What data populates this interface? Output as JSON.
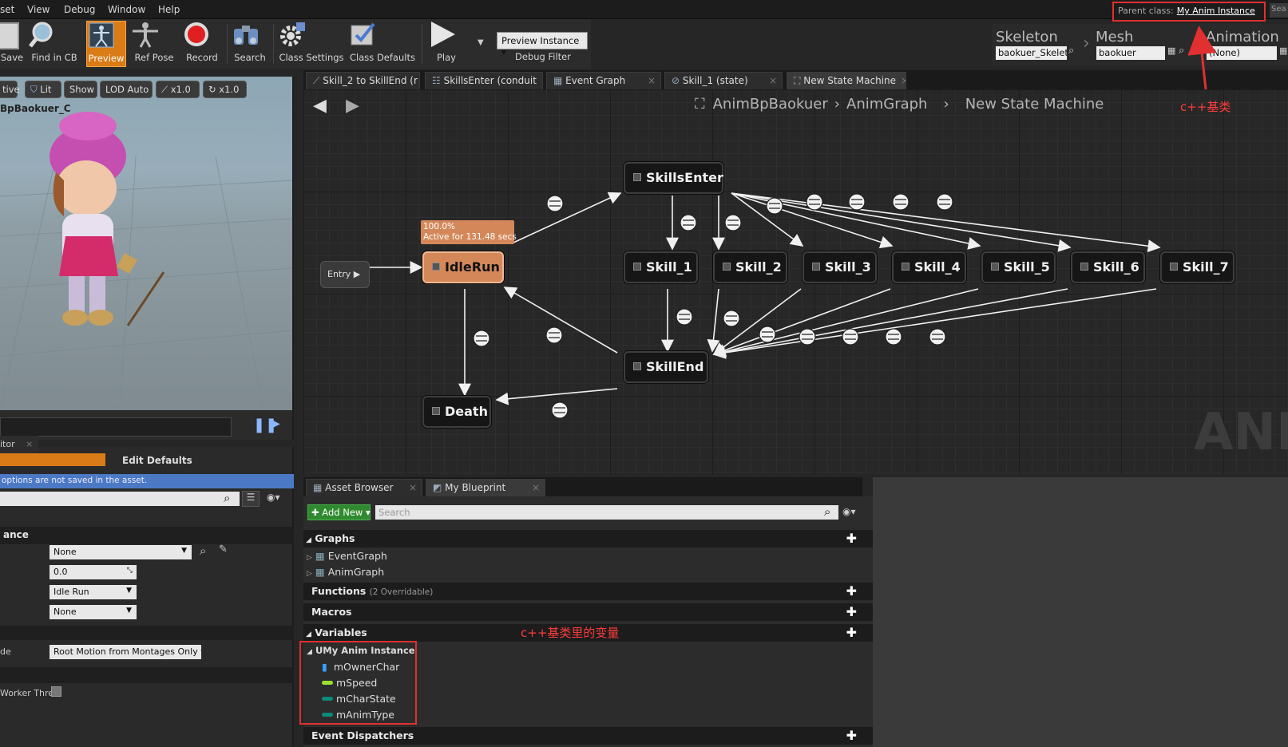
{
  "menu": {
    "items": [
      "set",
      "View",
      "Debug",
      "Window",
      "Help"
    ]
  },
  "parent_class": {
    "label": "Parent class:",
    "value": "My Anim Instance"
  },
  "top_search": {
    "placeholder": "Sea"
  },
  "toolbar": {
    "save": "Save",
    "find_in_cb": "Find in CB",
    "preview": "Preview",
    "ref_pose": "Ref Pose",
    "record": "Record",
    "search": "Search",
    "class_settings": "Class Settings",
    "class_defaults": "Class Defaults",
    "play": "Play",
    "preview_instance": "Preview Instance",
    "debug_filter": "Debug Filter"
  },
  "modes": {
    "skeleton": {
      "label": "Skeleton",
      "value": "baokuer_Skelet"
    },
    "mesh": {
      "label": "Mesh",
      "value": "baokuer"
    },
    "animation": {
      "label": "Animation",
      "value": "(None)"
    }
  },
  "viewport": {
    "buttons": [
      "tive",
      "Lit",
      "Show",
      "LOD Auto",
      "x1.0",
      "x1.0"
    ],
    "title": "BpBaokuer_C"
  },
  "details": {
    "tab": "itor",
    "edit_defaults": "Edit Defaults",
    "notice": "options are not saved in the asset.",
    "section_instance": "ance",
    "combo_none_1": "None",
    "value_0": "0.0",
    "combo_idle": "Idle Run",
    "combo_none_2": "None",
    "root_motion_label": "de",
    "root_motion_value": "Root Motion from Montages Only",
    "worker_label": "Worker Thre"
  },
  "graph_tabs": [
    "Skill_2 to SkillEnd (r",
    "SkillsEnter (conduit",
    "Event Graph",
    "Skill_1 (state)",
    "New State Machine"
  ],
  "breadcrumb": {
    "root": "AnimBpBaokuer",
    "mid": "AnimGraph",
    "leaf": "New State Machine"
  },
  "annotations": {
    "parent_note": "c++基类",
    "var_note": "c++基类里的变量"
  },
  "graph": {
    "entry": "Entry",
    "idle_status": {
      "percent": "100.0%",
      "active": "Active for 131.48 secs"
    },
    "nodes": {
      "idlerun": "IdleRun",
      "skillsenter": "SkillsEnter",
      "skill1": "Skill_1",
      "skill2": "Skill_2",
      "skill3": "Skill_3",
      "skill4": "Skill_4",
      "skill5": "Skill_5",
      "skill6": "Skill_6",
      "skill7": "Skill_7",
      "skillend": "SkillEnd",
      "death": "Death"
    },
    "watermark": "ANIM"
  },
  "bottom_tabs": {
    "asset_browser": "Asset Browser",
    "my_blueprint": "My Blueprint"
  },
  "my_blueprint": {
    "add_new": "Add New",
    "search_placeholder": "Search",
    "graphs": "Graphs",
    "event_graph": "EventGraph",
    "anim_graph": "AnimGraph",
    "functions": "Functions",
    "functions_count": "(2 Overridable)",
    "macros": "Macros",
    "variables": "Variables",
    "var_category": "UMy Anim Instance",
    "vars": [
      "mOwnerChar",
      "mSpeed",
      "mCharState",
      "mAnimType"
    ],
    "event_dispatchers": "Event Dispatchers"
  },
  "colors": {
    "accent_orange": "#d97b17",
    "annotation_red": "#e03030",
    "idle_node": "#d4885a"
  }
}
